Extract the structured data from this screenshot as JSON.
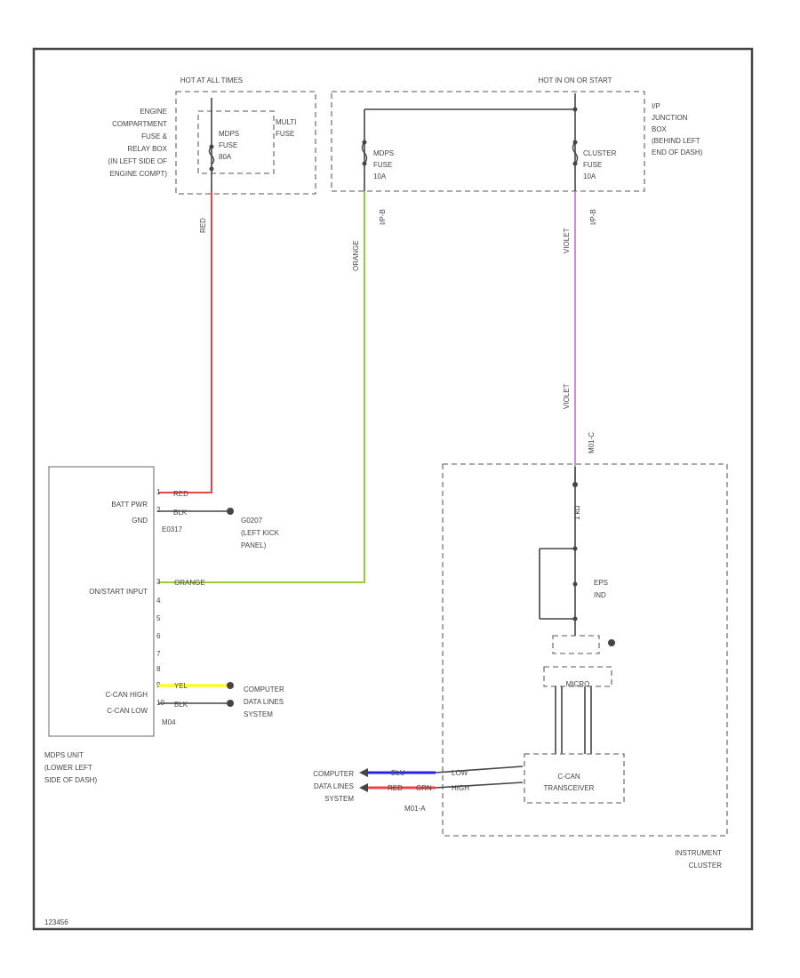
{
  "colors": {
    "red": "#ee4444",
    "green": "#99cc33",
    "violet": "#bb66cc",
    "yellow": "#ffff00",
    "blue": "#2222ee",
    "dark": "#444444"
  },
  "fuses": {
    "hot_at_all_times": "HOT AT ALL TIMES",
    "hot_in_on": "HOT IN ON OR START",
    "engine_box_lines": [
      "ENGINE",
      "COMPARTMENT",
      "FUSE &",
      "RELAY BOX",
      "(IN LEFT SIDE OF",
      "ENGINE COMPT)"
    ],
    "multi_fuse": [
      "MULTI",
      "FUSE"
    ],
    "mdps_fuse_a": [
      "MDPS",
      "FUSE",
      "80A"
    ],
    "mdps_fuse_b": [
      "MDPS",
      "FUSE",
      "10A"
    ],
    "cluster_fuse": [
      "CLUSTER",
      "FUSE",
      "10A"
    ],
    "ip_box_lines": [
      "I/P",
      "JUNCTION",
      "BOX",
      "(BEHIND LEFT",
      "END OF DASH)"
    ],
    "connector_a": "I/P-B",
    "connector_b": "I/P-B"
  },
  "wires": {
    "red": "RED",
    "orange": "ORANGE",
    "violet": "VIOLET",
    "violet_b": "VIOLET",
    "m01": "M01-C",
    "yel": "YEL",
    "blk": "BLK",
    "blu": "BLU",
    "red_b": "RED",
    "grn": "GRN"
  },
  "mdps_unit": {
    "pins": [
      "BATT PWR",
      "GND",
      "ON/START INPUT",
      "C-CAN HIGH",
      "C-CAN LOW"
    ],
    "pin_numbers": [
      "1",
      "2",
      "3",
      "4",
      "5",
      "6",
      "7",
      "8",
      "9",
      "10"
    ],
    "label_lines": [
      "MDPS UNIT",
      "(LOWER LEFT",
      "SIDE OF DASH)"
    ],
    "connector": "M04"
  },
  "ground": {
    "id": "E0317",
    "label_lines": [
      "G0207",
      "(LEFT KICK",
      "PANEL)"
    ]
  },
  "computer_data": {
    "right_lines": [
      "COMPUTER",
      "DATA LINES",
      "SYSTEM"
    ],
    "left_lines": [
      "COMPUTER",
      "DATA LINES",
      "SYSTEM"
    ]
  },
  "cluster": {
    "eps_lines": [
      "EPS",
      "IND"
    ],
    "resistor": "1 kΩ",
    "micro": "MICRO",
    "transceiver_lines": [
      "C-CAN",
      "TRANSCEIVER"
    ],
    "can_low": "LOW",
    "can_high": "HIGH",
    "connector": "M01-A",
    "label_lines": [
      "INSTRUMENT",
      "CLUSTER"
    ]
  },
  "diagram_id": "123456"
}
